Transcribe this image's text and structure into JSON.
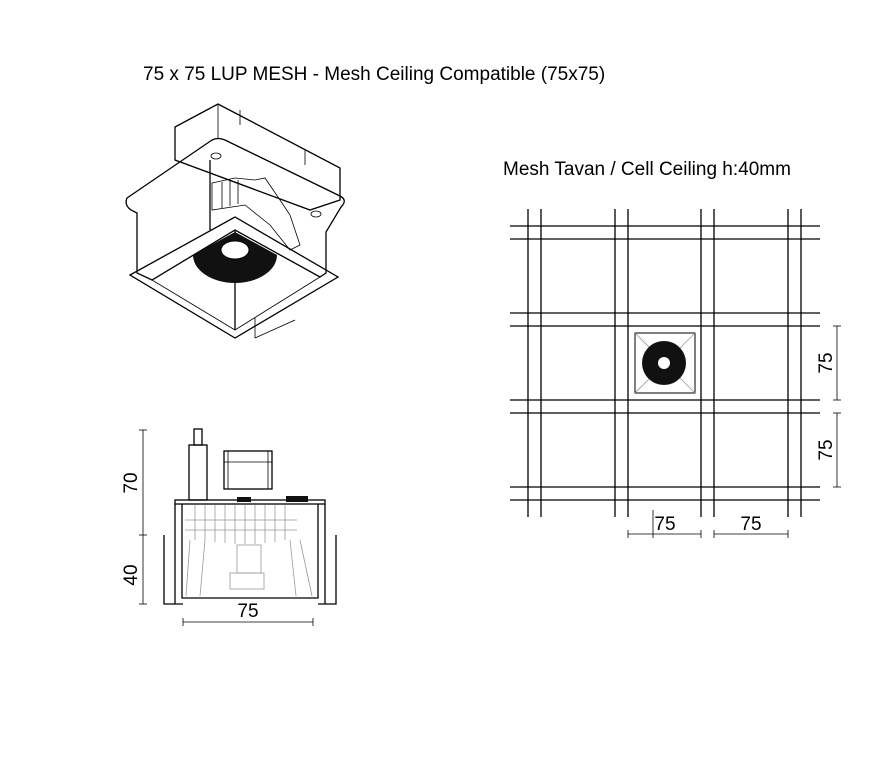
{
  "title": "75 x 75 LUP MESH - Mesh Ceiling Compatible (75x75)",
  "ceiling_title": "Mesh Tavan / Cell Ceiling h:40mm",
  "side_view": {
    "dim_height_upper": "70",
    "dim_height_lower": "40",
    "dim_width": "75"
  },
  "grid_view": {
    "dim_cell_height_1": "75",
    "dim_cell_height_2": "75",
    "dim_cell_width_1": "75",
    "dim_cell_width_2": "75"
  }
}
